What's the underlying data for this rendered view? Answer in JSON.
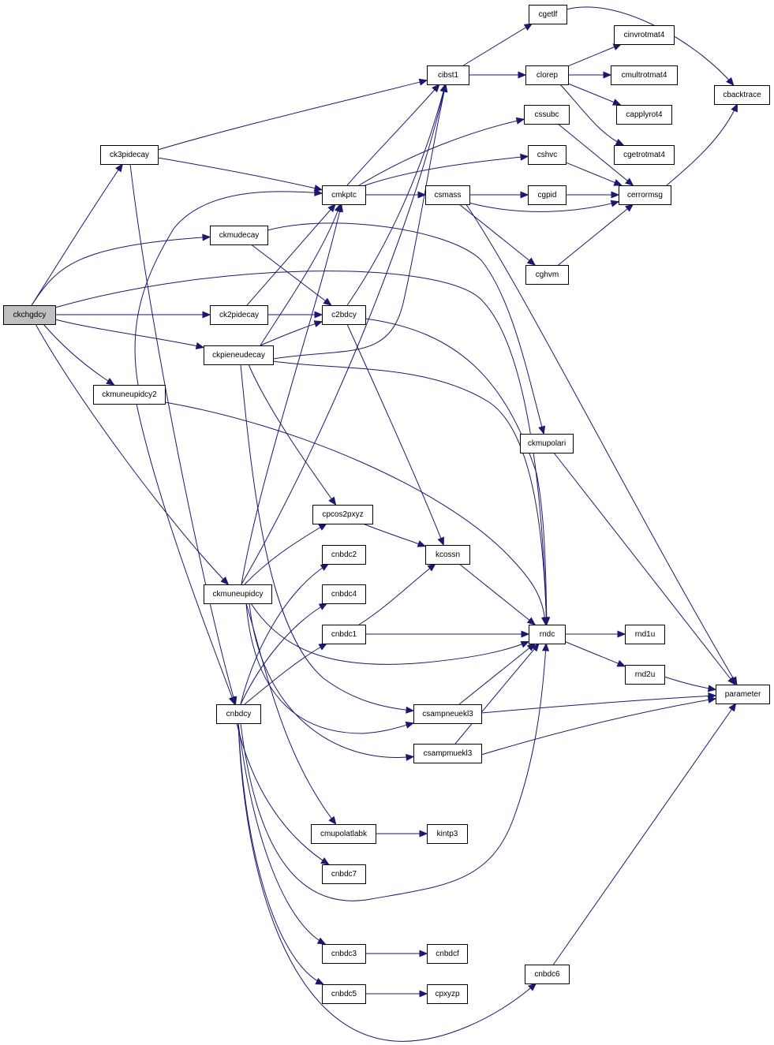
{
  "diagram": {
    "type": "call-graph",
    "root": "ckchgdcy",
    "colors": {
      "edge": "#191970",
      "node_border": "#000000",
      "node_fill": "#ffffff",
      "root_fill": "#bfbfbf"
    },
    "nodes": [
      {
        "id": "ckchgdcy",
        "label": "ckchgdcy"
      },
      {
        "id": "ck3pidecay",
        "label": "ck3pidecay"
      },
      {
        "id": "ckmudecay",
        "label": "ckmudecay"
      },
      {
        "id": "ck2pidecay",
        "label": "ck2pidecay"
      },
      {
        "id": "ckpieneudecay",
        "label": "ckpieneudecay"
      },
      {
        "id": "ckmuneupidcy2",
        "label": "ckmuneupidcy2"
      },
      {
        "id": "ckmuneupidcy",
        "label": "ckmuneupidcy"
      },
      {
        "id": "cnbdcy",
        "label": "cnbdcy"
      },
      {
        "id": "cmkptc",
        "label": "cmkptc"
      },
      {
        "id": "c2bdcy",
        "label": "c2bdcy"
      },
      {
        "id": "cpcos2pxyz",
        "label": "cpcos2pxyz"
      },
      {
        "id": "cnbdc2",
        "label": "cnbdc2"
      },
      {
        "id": "cnbdc4",
        "label": "cnbdc4"
      },
      {
        "id": "cnbdc1",
        "label": "cnbdc1"
      },
      {
        "id": "cmupolatlabk",
        "label": "cmupolatlabk"
      },
      {
        "id": "cnbdc7",
        "label": "cnbdc7"
      },
      {
        "id": "cnbdc3",
        "label": "cnbdc3"
      },
      {
        "id": "cnbdc5",
        "label": "cnbdc5"
      },
      {
        "id": "cibst1",
        "label": "cibst1"
      },
      {
        "id": "csmass",
        "label": "csmass"
      },
      {
        "id": "kcossn",
        "label": "kcossn"
      },
      {
        "id": "csampneuekl3",
        "label": "csampneuekl3"
      },
      {
        "id": "csampmuekl3",
        "label": "csampmuekl3"
      },
      {
        "id": "kintp3",
        "label": "kintp3"
      },
      {
        "id": "cnbdcf",
        "label": "cnbdcf"
      },
      {
        "id": "cpxyzp",
        "label": "cpxyzp"
      },
      {
        "id": "cgetlf",
        "label": "cgetlf"
      },
      {
        "id": "clorep",
        "label": "clorep"
      },
      {
        "id": "cssubc",
        "label": "cssubc"
      },
      {
        "id": "cshvc",
        "label": "cshvc"
      },
      {
        "id": "cgpid",
        "label": "cgpid"
      },
      {
        "id": "cghvm",
        "label": "cghvm"
      },
      {
        "id": "ckmupolari",
        "label": "ckmupolari"
      },
      {
        "id": "rndc",
        "label": "rndc"
      },
      {
        "id": "cnbdc6",
        "label": "cnbdc6"
      },
      {
        "id": "cinvrotmat4",
        "label": "cinvrotmat4"
      },
      {
        "id": "cmultrotmat4",
        "label": "cmultrotmat4"
      },
      {
        "id": "capplyrot4",
        "label": "capplyrot4"
      },
      {
        "id": "cgetrotmat4",
        "label": "cgetrotmat4"
      },
      {
        "id": "cerrormsg",
        "label": "cerrormsg"
      },
      {
        "id": "rnd1u",
        "label": "rnd1u"
      },
      {
        "id": "rnd2u",
        "label": "rnd2u"
      },
      {
        "id": "cbacktrace",
        "label": "cbacktrace"
      },
      {
        "id": "parameter",
        "label": "parameter"
      }
    ],
    "edges": [
      [
        "ckchgdcy",
        "ck3pidecay"
      ],
      [
        "ckchgdcy",
        "ckmudecay"
      ],
      [
        "ckchgdcy",
        "ck2pidecay"
      ],
      [
        "ckchgdcy",
        "ckpieneudecay"
      ],
      [
        "ckchgdcy",
        "ckmuneupidcy2"
      ],
      [
        "ckchgdcy",
        "ckmuneupidcy"
      ],
      [
        "ckchgdcy",
        "rndc"
      ],
      [
        "ck3pidecay",
        "cibst1"
      ],
      [
        "ck3pidecay",
        "cmkptc"
      ],
      [
        "ck3pidecay",
        "cnbdcy"
      ],
      [
        "ckmudecay",
        "c2bdcy"
      ],
      [
        "ckmudecay",
        "ckmupolari"
      ],
      [
        "ck2pidecay",
        "c2bdcy"
      ],
      [
        "ck2pidecay",
        "cmkptc"
      ],
      [
        "ckpieneudecay",
        "c2bdcy"
      ],
      [
        "ckpieneudecay",
        "cmkptc"
      ],
      [
        "ckpieneudecay",
        "cpcos2pxyz"
      ],
      [
        "ckpieneudecay",
        "csampneuekl3"
      ],
      [
        "ckpieneudecay",
        "rndc"
      ],
      [
        "ckpieneudecay",
        "cibst1"
      ],
      [
        "ckmuneupidcy2",
        "cmkptc"
      ],
      [
        "ckmuneupidcy2",
        "cnbdcy"
      ],
      [
        "ckmuneupidcy2",
        "rndc"
      ],
      [
        "ckmuneupidcy",
        "cpcos2pxyz"
      ],
      [
        "ckmuneupidcy",
        "cmkptc"
      ],
      [
        "ckmuneupidcy",
        "cibst1"
      ],
      [
        "ckmuneupidcy",
        "csampneuekl3"
      ],
      [
        "ckmuneupidcy",
        "csampmuekl3"
      ],
      [
        "ckmuneupidcy",
        "rndc"
      ],
      [
        "ckmuneupidcy",
        "cmupolatlabk"
      ],
      [
        "cnbdcy",
        "cnbdc2"
      ],
      [
        "cnbdcy",
        "cnbdc4"
      ],
      [
        "cnbdcy",
        "cnbdc1"
      ],
      [
        "cnbdcy",
        "cnbdc7"
      ],
      [
        "cnbdcy",
        "cnbdc3"
      ],
      [
        "cnbdcy",
        "cnbdc5"
      ],
      [
        "cnbdcy",
        "cnbdc6"
      ],
      [
        "cnbdcy",
        "rndc"
      ],
      [
        "cmkptc",
        "cibst1"
      ],
      [
        "cmkptc",
        "cssubc"
      ],
      [
        "cmkptc",
        "cshvc"
      ],
      [
        "cmkptc",
        "csmass"
      ],
      [
        "c2bdcy",
        "cibst1"
      ],
      [
        "c2bdcy",
        "kcossn"
      ],
      [
        "c2bdcy",
        "rndc"
      ],
      [
        "cpcos2pxyz",
        "kcossn"
      ],
      [
        "cnbdc1",
        "kcossn"
      ],
      [
        "cnbdc1",
        "rndc"
      ],
      [
        "cmupolatlabk",
        "kintp3"
      ],
      [
        "cnbdc3",
        "cnbdcf"
      ],
      [
        "cnbdc5",
        "cpxyzp"
      ],
      [
        "cibst1",
        "cgetlf"
      ],
      [
        "cibst1",
        "clorep"
      ],
      [
        "csmass",
        "cgpid"
      ],
      [
        "csmass",
        "cghvm"
      ],
      [
        "csmass",
        "cerrormsg"
      ],
      [
        "csmass",
        "parameter"
      ],
      [
        "kcossn",
        "rndc"
      ],
      [
        "csampneuekl3",
        "rndc"
      ],
      [
        "csampneuekl3",
        "parameter"
      ],
      [
        "csampmuekl3",
        "rndc"
      ],
      [
        "csampmuekl3",
        "parameter"
      ],
      [
        "cgetlf",
        "cbacktrace"
      ],
      [
        "clorep",
        "cinvrotmat4"
      ],
      [
        "clorep",
        "cmultrotmat4"
      ],
      [
        "clorep",
        "capplyrot4"
      ],
      [
        "clorep",
        "cgetrotmat4"
      ],
      [
        "cssubc",
        "cerrormsg"
      ],
      [
        "cshvc",
        "cerrormsg"
      ],
      [
        "cgpid",
        "cerrormsg"
      ],
      [
        "cghvm",
        "cerrormsg"
      ],
      [
        "ckmupolari",
        "parameter"
      ],
      [
        "rndc",
        "rnd1u"
      ],
      [
        "rndc",
        "rnd2u"
      ],
      [
        "rnd2u",
        "parameter"
      ],
      [
        "cnbdc6",
        "parameter"
      ],
      [
        "cerrormsg",
        "cbacktrace"
      ]
    ]
  }
}
